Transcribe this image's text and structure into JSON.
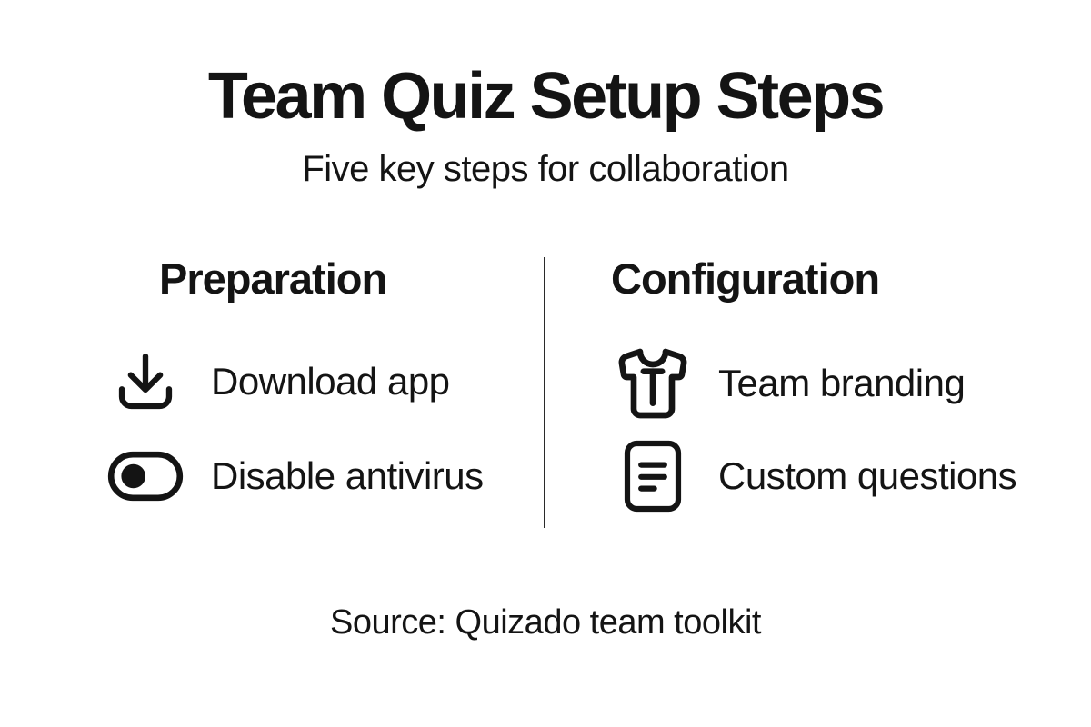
{
  "header": {
    "title": "Team Quiz Setup Steps",
    "subtitle": "Five key steps for collaboration"
  },
  "columns": [
    {
      "heading": "Preparation",
      "items": [
        {
          "icon": "download-icon",
          "label": "Download app"
        },
        {
          "icon": "toggle-off-icon",
          "label": "Disable antivirus"
        }
      ]
    },
    {
      "heading": "Configuration",
      "items": [
        {
          "icon": "tshirt-icon",
          "label": "Team branding"
        },
        {
          "icon": "document-lines-icon",
          "label": "Custom questions"
        }
      ]
    }
  ],
  "footer": {
    "source": "Source: Quizado team toolkit"
  },
  "colors": {
    "background": "#ffffff",
    "text": "#141414",
    "divider": "#2a2a2a"
  }
}
